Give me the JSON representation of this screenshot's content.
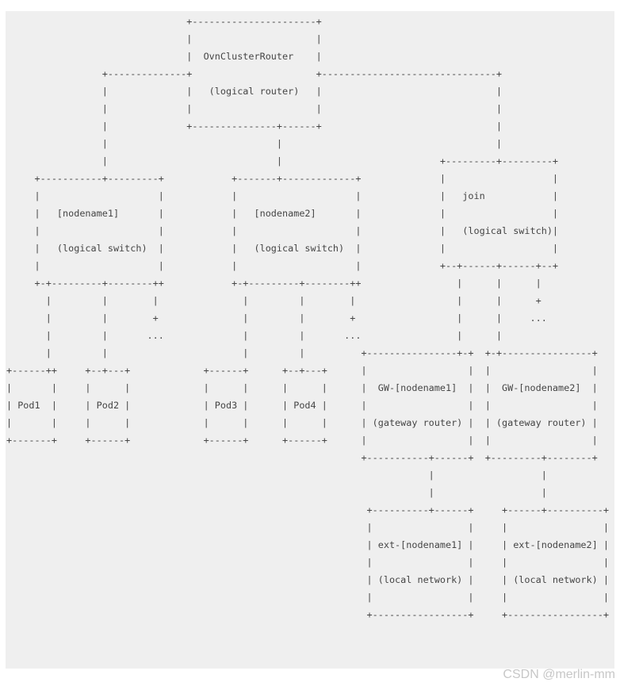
{
  "page": {
    "background_color": "#ffffff"
  },
  "code_block": {
    "background_color": "#efefef",
    "text_color": "#454545"
  },
  "diagram": {
    "nodes": [
      {
        "label": "OvnClusterRouter",
        "type": "(logical router)"
      },
      {
        "label": "[nodename1]",
        "type": "(logical switch)"
      },
      {
        "label": "[nodename2]",
        "type": "(logical switch)"
      },
      {
        "label": "join",
        "type": "(logical switch)"
      },
      {
        "label": "Pod1",
        "type": ""
      },
      {
        "label": "Pod2",
        "type": ""
      },
      {
        "label": "Pod3",
        "type": ""
      },
      {
        "label": "Pod4",
        "type": ""
      },
      {
        "label": "GW-[nodename1]",
        "type": "(gateway router)"
      },
      {
        "label": "GW-[nodename2]",
        "type": "(gateway router)"
      },
      {
        "label": "ext-[nodename1]",
        "type": "(local network)"
      },
      {
        "label": "ext-[nodename2]",
        "type": "(local network)"
      }
    ],
    "lines": [
      "                                +----------------------+",
      "                                |                      |",
      "                                |  OvnClusterRouter    |",
      "                 +--------------+                      +-------------------------------+",
      "                 |              |   (logical router)   |                               |",
      "                 |              |                      |                               |",
      "                 |              +---------------+------+                               |",
      "                 |                              |                                      |",
      "                 |                              |                            +---------+---------+",
      "     +-----------+---------+            +-------+-------------+              |                   |",
      "     |                     |            |                     |              |   join            |",
      "     |   [nodename1]       |            |   [nodename2]       |              |                   |",
      "     |                     |            |                     |              |   (logical switch)|",
      "     |   (logical switch)  |            |   (logical switch)  |              |                   |",
      "     |                     |            |                     |              +--+------+------+--+",
      "     +-+---------+--------++            +-+---------+--------++                 |      |      |",
      "       |         |        |               |         |        |                  |      |      +",
      "       |         |        +               |         |        +                  |      |     ...",
      "       |         |       ...              |         |       ...                 |      |",
      "       |         |                        |         |          +----------------+-+  +-+----------------+",
      "+------++     +--+---+             +------+      +--+---+      |                  |  |                  |",
      "|       |     |      |             |      |      |      |      |  GW-[nodename1]  |  |  GW-[nodename2]  |",
      "| Pod1  |     | Pod2 |             | Pod3 |      | Pod4 |      |                  |  |                  |",
      "|       |     |      |             |      |      |      |      | (gateway router) |  | (gateway router) |",
      "+-------+     +------+             +------+      +------+      |                  |  |                  |",
      "                                                               +-----------+------+  +---------+--------+",
      "                                                                           |                   |",
      "                                                                           |                   |",
      "                                                                +----------+------+     +------+----------+",
      "                                                                |                 |     |                 |",
      "                                                                | ext-[nodename1] |     | ext-[nodename2] |",
      "                                                                |                 |     |                 |",
      "                                                                | (local network) |     | (local network) |",
      "                                                                |                 |     |                 |",
      "                                                                +-----------------+     +-----------------+"
    ]
  },
  "watermark": {
    "text": "CSDN @merlin-mm",
    "color": "#c7c7c7"
  }
}
